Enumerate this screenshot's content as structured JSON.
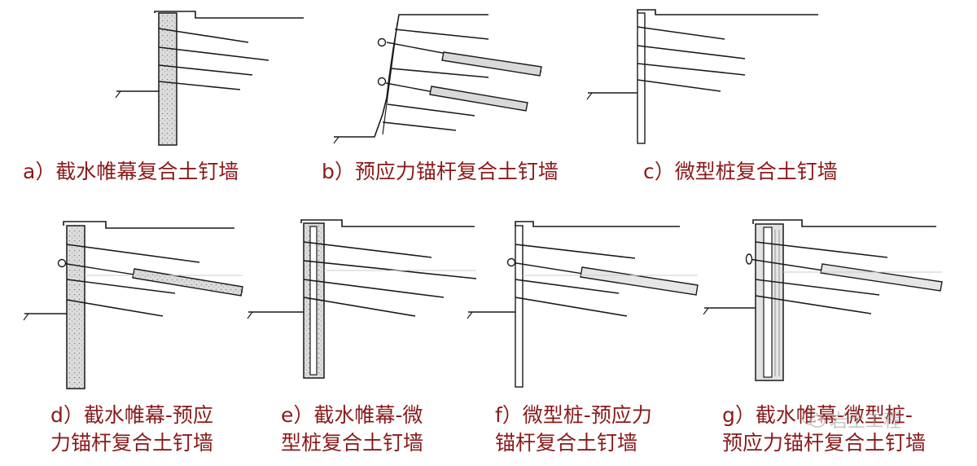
{
  "colors": {
    "line": "#1a1a1a",
    "caption": "#8b1a1a",
    "fill": "#d9d9d9",
    "thin": "#cccccc"
  },
  "panels": [
    {
      "id": "a",
      "caption_lines": [
        "a）截水帷幕复合土钉墙"
      ]
    },
    {
      "id": "b",
      "caption_lines": [
        "b）预应力锚杆复合土钉墙"
      ]
    },
    {
      "id": "c",
      "caption_lines": [
        "c）微型桩复合土钉墙"
      ]
    },
    {
      "id": "d",
      "caption_lines": [
        "d）截水帷幕-预应",
        "力锚杆复合土钉墙"
      ]
    },
    {
      "id": "e",
      "caption_lines": [
        "e）截水帷幕-微",
        "型桩复合土钉墙"
      ]
    },
    {
      "id": "f",
      "caption_lines": [
        "f）微型桩-预应力",
        "锚杆复合土钉墙"
      ]
    },
    {
      "id": "g",
      "caption_lines": [
        "g）截水帷幕-微型桩-",
        "预应力锚杆复合土钉墙"
      ]
    }
  ],
  "watermark": {
    "icon": "wechat-icon",
    "text": "岩土工程"
  }
}
